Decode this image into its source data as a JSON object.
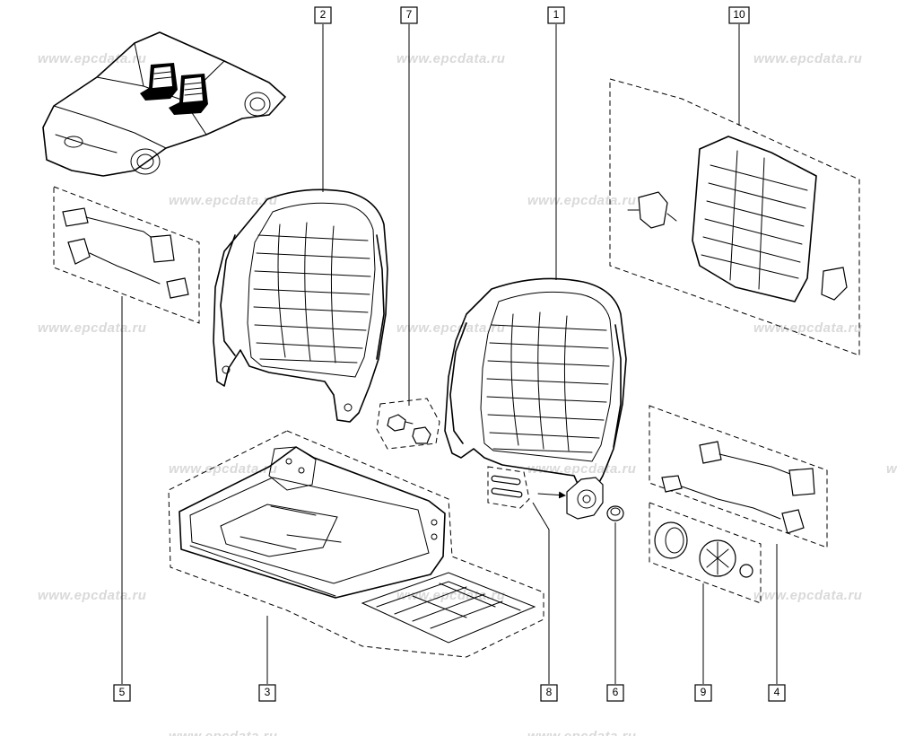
{
  "watermark": "www.epcdata.ru",
  "callouts": [
    {
      "id": "1",
      "label": "1"
    },
    {
      "id": "2",
      "label": "2"
    },
    {
      "id": "3",
      "label": "3"
    },
    {
      "id": "4",
      "label": "4"
    },
    {
      "id": "5",
      "label": "5"
    },
    {
      "id": "6",
      "label": "6"
    },
    {
      "id": "7",
      "label": "7"
    },
    {
      "id": "8",
      "label": "8"
    },
    {
      "id": "9",
      "label": "9"
    },
    {
      "id": "10",
      "label": "10"
    }
  ],
  "colors": {
    "ink": "#000000",
    "watermark": "#d9d9d9",
    "background": "#ffffff"
  }
}
